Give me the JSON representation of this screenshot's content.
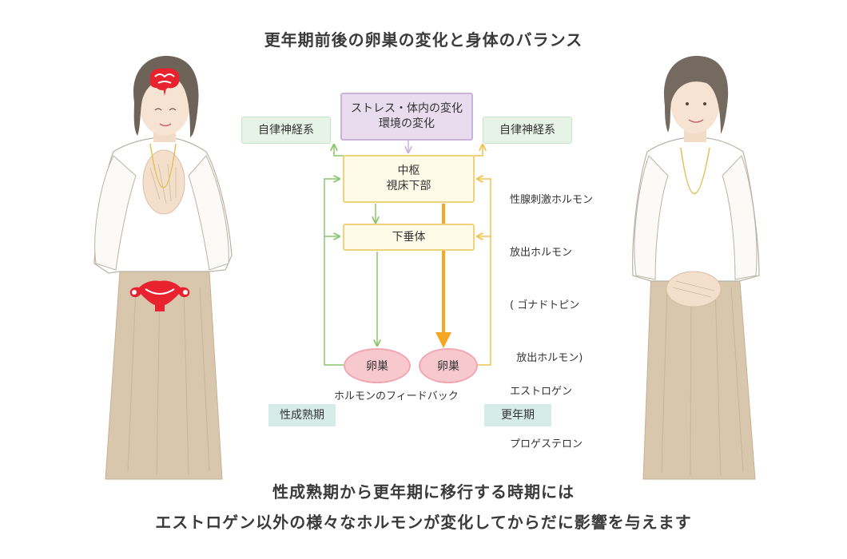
{
  "title": "更年期前後の卵巣の変化と身体のバランス",
  "diagram": {
    "stress_box": {
      "line1": "ストレス・体内の変化",
      "line2": "環境の変化"
    },
    "autonomic_left": "自律神経系",
    "autonomic_right": "自律神経系",
    "central_box": {
      "line1": "中枢",
      "line2": "視床下部"
    },
    "pituitary_box": "下垂体",
    "ovary_left": "卵巣",
    "ovary_right": "卵巣",
    "feedback_label": "ホルモンのフィードバック",
    "hormone_top": [
      "性腺刺激ホルモン",
      "放出ホルモン",
      "( ゴナドトピン",
      "  放出ホルモン)"
    ],
    "hormone_bottom": [
      "エストロゲン",
      "プロゲステロン"
    ],
    "stage_left": "性成熟期",
    "stage_right": "更年期"
  },
  "caption": {
    "line1": "性成熟期から更年期に移行する時期には",
    "line2": "エストロゲン以外の様々なホルモンが変化してからだに影響を与えます"
  },
  "colors": {
    "green_line": "#8cc56a",
    "yellow_line": "#f1c34d",
    "orange_arrow": "#f5a623",
    "purple_line": "#c9b3d6",
    "accent_red": "#e8232f"
  }
}
